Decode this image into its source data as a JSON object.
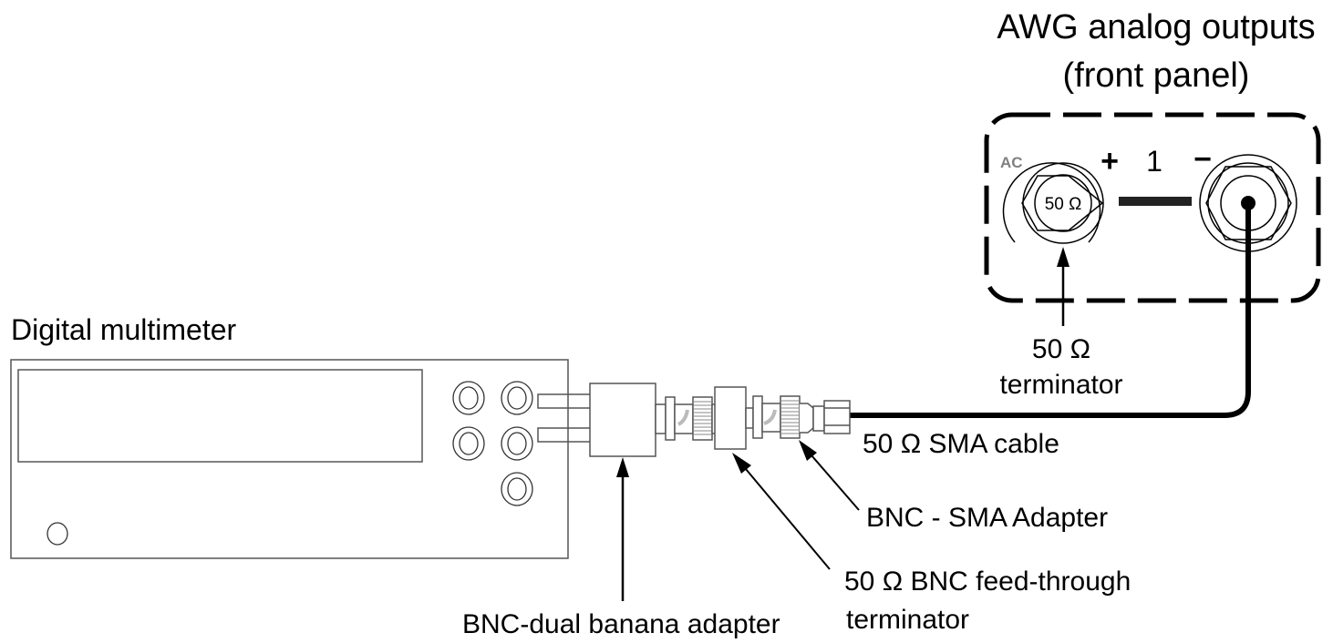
{
  "diagram": {
    "awg": {
      "title_line1": "AWG analog outputs",
      "title_line2": "(front panel)",
      "ac_label": "AC",
      "plus_label": "+",
      "channel_label": "1",
      "minus_label": "−",
      "terminator_on_connector": "50 Ω"
    },
    "labels": {
      "dmm": "Digital multimeter",
      "terminator_line1": "50 Ω",
      "terminator_line2": "terminator",
      "sma_cable": "50 Ω SMA cable",
      "bnc_sma_adapter": "BNC - SMA  Adapter",
      "feedthrough_line1": "50 Ω BNC feed-through",
      "feedthrough_line2": "terminator",
      "banana_adapter": "BNC-dual banana adapter"
    },
    "colors": {
      "line": "#000000",
      "ac_gray": "#808080",
      "shield_gray": "#bbbbbb",
      "outline": "#555555"
    }
  }
}
